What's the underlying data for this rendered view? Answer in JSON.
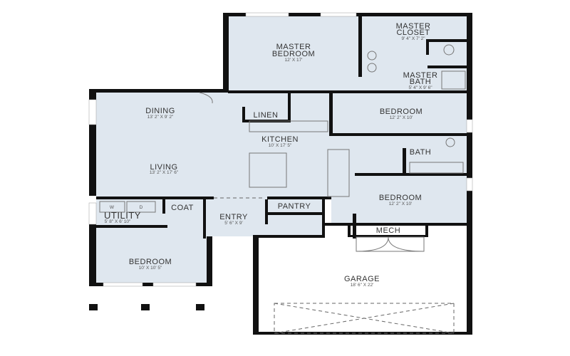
{
  "rooms": {
    "master_bedroom": {
      "name_line1": "MASTER",
      "name_line2": "BEDROOM",
      "size": "12' X 17'"
    },
    "master_closet": {
      "name_line1": "MASTER",
      "name_line2": "CLOSET",
      "size": "9' 4\" X 7' 2\""
    },
    "master_bath": {
      "name_line1": "MASTER",
      "name_line2": "BATH",
      "size": "5' 4\" X 9' 6\""
    },
    "dining": {
      "name": "DINING",
      "size": "13' 2\" X 9' 2\""
    },
    "linen": {
      "name": "LINEN"
    },
    "bedroom_upper": {
      "name": "BEDROOM",
      "size": "12' 2\" X 10'"
    },
    "kitchen": {
      "name": "KITCHEN",
      "size": "10' X 17' 5\""
    },
    "bath": {
      "name": "BATH"
    },
    "living": {
      "name": "LIVING",
      "size": "13' 2\" X 17' 6\""
    },
    "bedroom_right": {
      "name": "BEDROOM",
      "size": "12' 2\" X 10'"
    },
    "utility": {
      "name": "UTILITY",
      "size": "5' 8\" X 6' 10\""
    },
    "coat": {
      "name": "COAT"
    },
    "entry": {
      "name": "ENTRY",
      "size": "5' 6\" X 9'"
    },
    "pantry": {
      "name": "PANTRY"
    },
    "mech": {
      "name": "MECH"
    },
    "bedroom_lower_left": {
      "name": "BEDROOM",
      "size": "10' X 10' 5\""
    },
    "garage": {
      "name": "GARAGE",
      "size": "18' 6\" X 22'"
    }
  },
  "appliances": {
    "washer": "W",
    "dryer": "D"
  },
  "colors": {
    "room_fill": "#dfe7ef",
    "wall": "#111111",
    "background": "#ffffff"
  }
}
